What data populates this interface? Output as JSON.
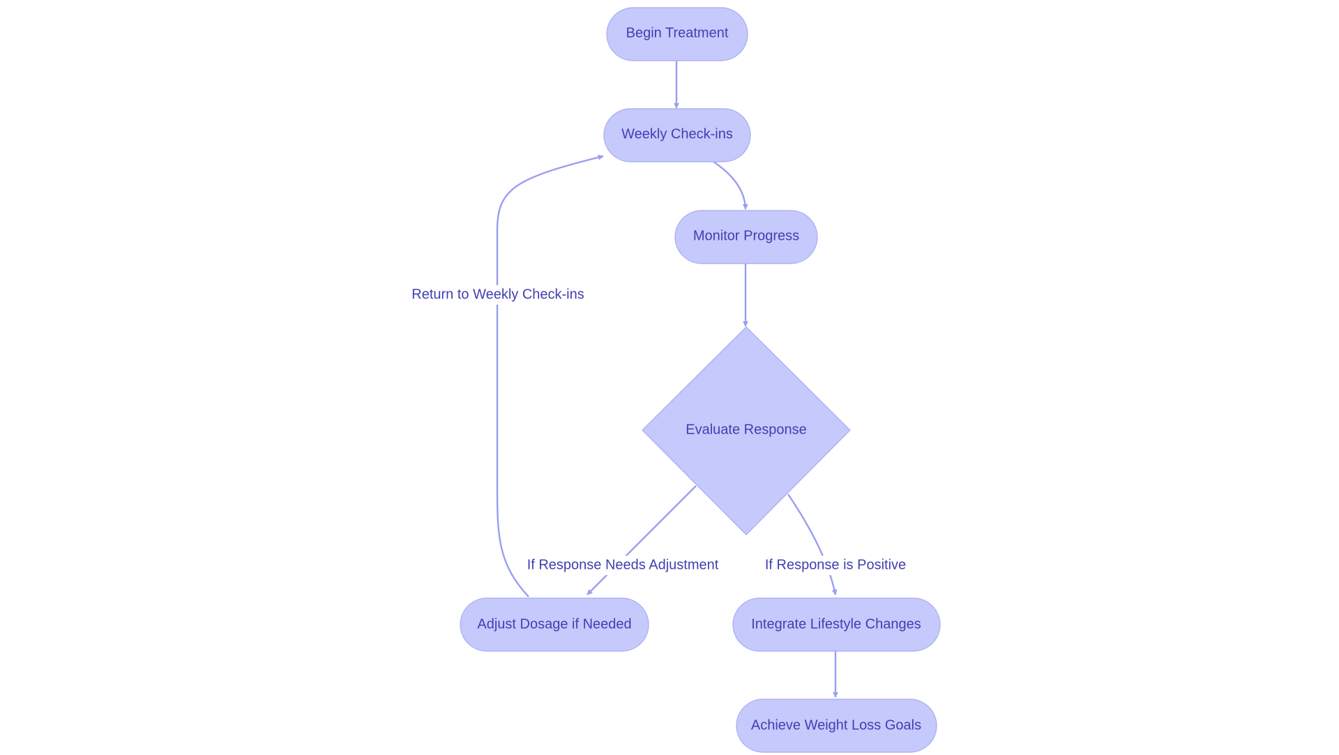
{
  "diagram": {
    "nodes": {
      "begin": "Begin Treatment",
      "weekly": "Weekly Check-ins",
      "monitor": "Monitor Progress",
      "evaluate": "Evaluate Response",
      "adjust": "Adjust Dosage if Needed",
      "integrate": "Integrate Lifestyle Changes",
      "achieve": "Achieve Weight Loss Goals"
    },
    "edge_labels": {
      "return_weekly": "Return to Weekly Check-ins",
      "needs_adjustment": "If Response Needs Adjustment",
      "positive": "If Response is Positive"
    },
    "colors": {
      "node_fill": "#c6c9fc",
      "edge": "#9a9df0",
      "text": "#3f3fb0"
    }
  }
}
